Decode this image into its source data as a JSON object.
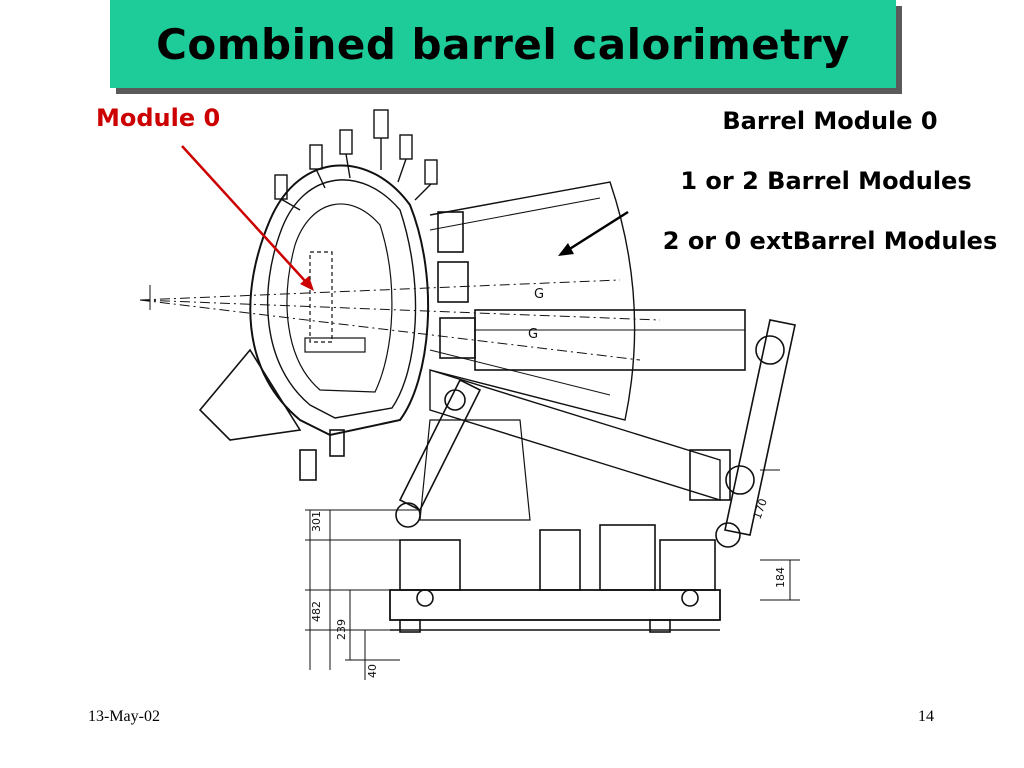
{
  "slide": {
    "title": "Combined barrel calorimetry",
    "module_label": "Module 0",
    "right_text": {
      "line1": "Barrel Module 0",
      "line2": "1 or 2 Barrel Modules",
      "line3": "2 or 0 extBarrel Modules"
    },
    "drawing_labels": {
      "g1": "G",
      "g2": "G",
      "dim_301": "301",
      "dim_482": "482",
      "dim_239": "239",
      "dim_40": "40",
      "dim_184": "184",
      "dim_170": "170"
    },
    "footer": {
      "date": "13-May-02",
      "page_number": "14"
    }
  },
  "colors": {
    "title_bg": "#1dcc99",
    "title_shadow": "#5a5a5a",
    "module_label": "#cc0000",
    "arrow_red": "#cc0000"
  }
}
